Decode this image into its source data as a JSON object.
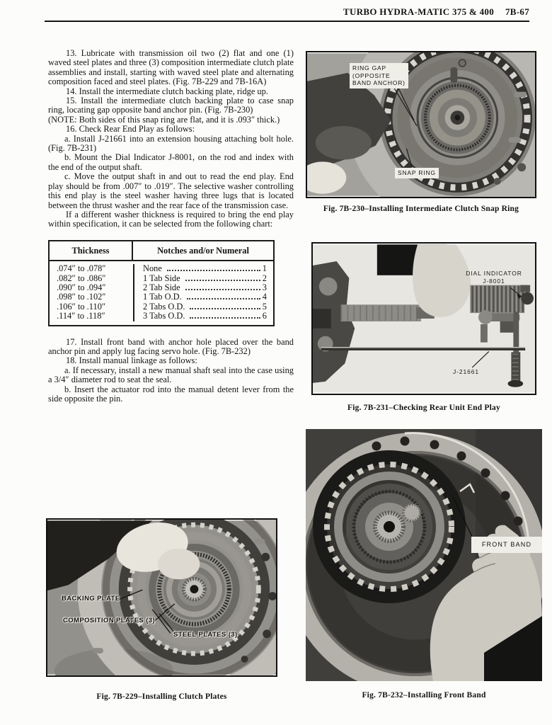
{
  "header": {
    "title": "TURBO HYDRA-MATIC 375 & 400",
    "page_number": "7B-67"
  },
  "left_column": {
    "paragraphs": [
      {
        "text": "13. Lubricate with transmission oil two (2) flat and one (1) waved steel plates and three (3) composition intermediate clutch plate assemblies and install, starting with waved steel plate and alternating composition faced and steel plates. (Fig. 7B-229 and 7B-16A)"
      },
      {
        "text": "14. Install the intermediate clutch backing plate, ridge up."
      },
      {
        "text": "15. Install the intermediate clutch backing plate to case snap ring, locating gap opposite band anchor pin. (Fig. 7B-230)"
      },
      {
        "text": "(NOTE: Both sides of this snap ring are flat, and it is .093″ thick.)"
      },
      {
        "text": "16. Check Rear End Play as follows:"
      },
      {
        "text": "a. Install J-21661 into an extension housing attaching bolt hole. (Fig. 7B-231)"
      },
      {
        "text": "b. Mount the Dial Indicator J-8001, on the rod and index with the end of the output shaft."
      },
      {
        "text": "c. Move the output shaft in and out to read the end play. End play should be from .007″ to .019″. The selective washer controlling this end play is the steel washer having three lugs that is located between the thrust washer and the rear face of the transmission case."
      },
      {
        "text": "If a different washer thickness is required to bring the end play within specification, it can be selected from the following chart:"
      },
      {
        "text": "17. Install front band with anchor hole placed over the band anchor pin and apply lug facing servo hole. (Fig. 7B-232)"
      },
      {
        "text": "18. Install manual linkage as follows:"
      },
      {
        "text": "a. If necessary, install a new manual shaft seal into the case using a 3/4″ diameter rod to seat the seal."
      },
      {
        "text": "b. Insert the actuator rod into the manual detent lever from the side opposite the pin."
      }
    ]
  },
  "chart": {
    "headers": [
      "Thickness",
      "Notches and/or Numeral"
    ],
    "rows": [
      {
        "thickness": ".074″ to .078″",
        "notches": "None",
        "numeral": "1"
      },
      {
        "thickness": ".082″ to .086″",
        "notches": "1 Tab Side",
        "numeral": "2"
      },
      {
        "thickness": ".090″ to .094″",
        "notches": "2 Tab Side",
        "numeral": "3"
      },
      {
        "thickness": ".098″ to .102″",
        "notches": "1 Tab O.D.",
        "numeral": "4"
      },
      {
        "thickness": ".106″ to .110″",
        "notches": "2 Tabs O.D.",
        "numeral": "5"
      },
      {
        "thickness": ".114″ to .118″",
        "notches": "3 Tabs O.D.",
        "numeral": "6"
      }
    ]
  },
  "figures": {
    "fig230": {
      "caption": "Fig. 7B-230–Installing Intermediate Clutch Snap Ring",
      "labels": {
        "ring_gap_1": "RING GAP",
        "ring_gap_2": "(OPPOSITE",
        "ring_gap_3": "BAND ANCHOR)",
        "snap_ring": "SNAP RING"
      }
    },
    "fig231": {
      "caption": "Fig. 7B-231–Checking Rear Unit End Play",
      "labels": {
        "dial_1": "DIAL INDICATOR",
        "dial_2": "J-8001",
        "rod": "J-21661"
      }
    },
    "fig232": {
      "caption": "Fig. 7B-232–Installing Front Band",
      "labels": {
        "front_band": "FRONT BAND"
      }
    },
    "fig229": {
      "caption": "Fig. 7B-229–Installing Clutch Plates",
      "labels": {
        "backing": "BACKING PLATE",
        "composition": "COMPOSITION PLATES (3)",
        "steel": "STEEL PLATES (3)"
      }
    }
  }
}
